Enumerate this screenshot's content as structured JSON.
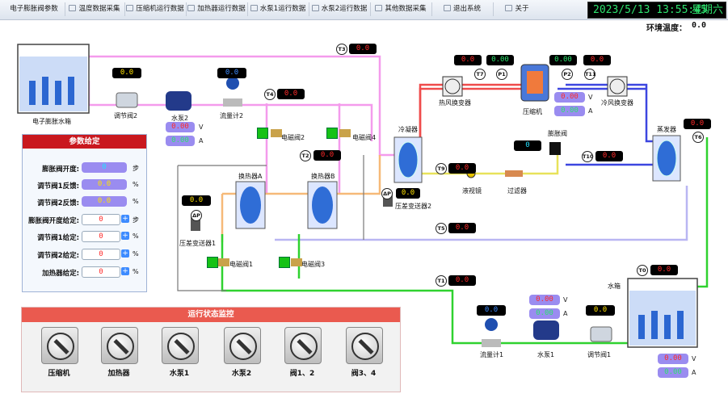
{
  "nav": {
    "tabs": [
      "电子膨胀阀参数",
      "温度数据采集",
      "压缩机运行数据",
      "加热器运行数据",
      "水泵1运行数据",
      "水泵2运行数据",
      "其他数据采集",
      "退出系统",
      "关于"
    ],
    "datetime": "2023/5/13 13:55:45",
    "weekday": "星期六"
  },
  "ambient": {
    "label": "环境温度：",
    "value": "0.0"
  },
  "sensors": {
    "T0": "0.0",
    "T1": "0.0",
    "T2": "0.0",
    "T3": "0.0",
    "T4": "0.0",
    "T5": "0.0",
    "T6": "0.0",
    "T7": "0.0",
    "T9": "0.0",
    "T10": "0.0",
    "T11": "0.0"
  },
  "sensor_tags": {
    "T0": "T0",
    "T1": "T1",
    "T2": "T2",
    "T3": "T3",
    "T4": "T4",
    "T5": "T5",
    "T6": "T6",
    "T7": "T7",
    "T9": "T9",
    "T10": "T10",
    "T11": "T11",
    "P1": "P1",
    "P2": "P2",
    "DP": "ΔP"
  },
  "pressures": {
    "P1": "0.00",
    "P2": "0.00"
  },
  "compressor": {
    "label": "压缩机",
    "top_left": "0.00",
    "top_right": "0.00",
    "voltage": "0.00",
    "current": "0.00"
  },
  "expansion_valve": {
    "label": "膨胀阀",
    "value": "0"
  },
  "units": {
    "V": "V",
    "A": "A",
    "step": "步",
    "percent": "%"
  },
  "labels": {
    "electronic_tank": "电子膨胀水箱",
    "regulator2": "调节阀2",
    "pump2": "水泵2",
    "flowmeter2": "流量计2",
    "solenoid2": "电磁阀2",
    "solenoid4": "电磁阀4",
    "condenser": "冷凝器",
    "hot_fan": "热风换变器",
    "cold_fan": "冷风换变器",
    "evaporator": "蒸发器",
    "sight_glass": "液视镜",
    "filter": "过滤器",
    "diff_trans2": "压差变送器2",
    "diff_trans1": "压差变送器1",
    "hexA": "换热器A",
    "hexB": "换热器B",
    "solenoid1": "电磁阀1",
    "solenoid3": "电磁阀3",
    "water_tank": "水箱",
    "flowmeter1": "流量计1",
    "pump1": "水泵1",
    "regulator1": "调节阀1"
  },
  "devices": {
    "regulator2": "0.0",
    "pump2_v": "0.00",
    "pump2_a": "0.00",
    "flowmeter2": "0.0",
    "diff2": "0.0",
    "diff1": "0.0",
    "flowmeter1": "0.0",
    "pump1_v": "0.00",
    "pump1_a": "0.00",
    "regulator1": "0.0",
    "tank_v": "0.00",
    "tank_a": "0.00"
  },
  "param_panel": {
    "title": "参数给定",
    "rows": [
      {
        "label": "膨胀阀开度:",
        "value": "0",
        "unit": "步",
        "type": "fb"
      },
      {
        "label": "调节阀1反馈:",
        "value": "0.0",
        "unit": "%",
        "type": "fb"
      },
      {
        "label": "调节阀2反馈:",
        "value": "0.0",
        "unit": "%",
        "type": "fb"
      },
      {
        "label": "膨胀阀开度给定:",
        "value": "0",
        "unit": "步",
        "type": "in"
      },
      {
        "label": "调节阀1给定:",
        "value": "0",
        "unit": "%",
        "type": "in"
      },
      {
        "label": "调节阀2给定:",
        "value": "0",
        "unit": "%",
        "type": "in"
      },
      {
        "label": "加热器给定:",
        "value": "0",
        "unit": "%",
        "type": "in"
      }
    ],
    "plus": "+"
  },
  "status_panel": {
    "title": "运行状态监控",
    "items": [
      "压缩机",
      "加热器",
      "水泵1",
      "水泵2",
      "阀1、2",
      "阀3、4"
    ]
  },
  "colors": {
    "accent_red": "#c9181e",
    "pipe_pink": "#f49bec",
    "pipe_red": "#ef4b4b",
    "pipe_blue": "#3c46e0",
    "pipe_green": "#2fd22f",
    "pipe_yellow": "#e8e25a",
    "pipe_orange": "#f6b978",
    "pipe_lavender": "#b9b6f2"
  }
}
